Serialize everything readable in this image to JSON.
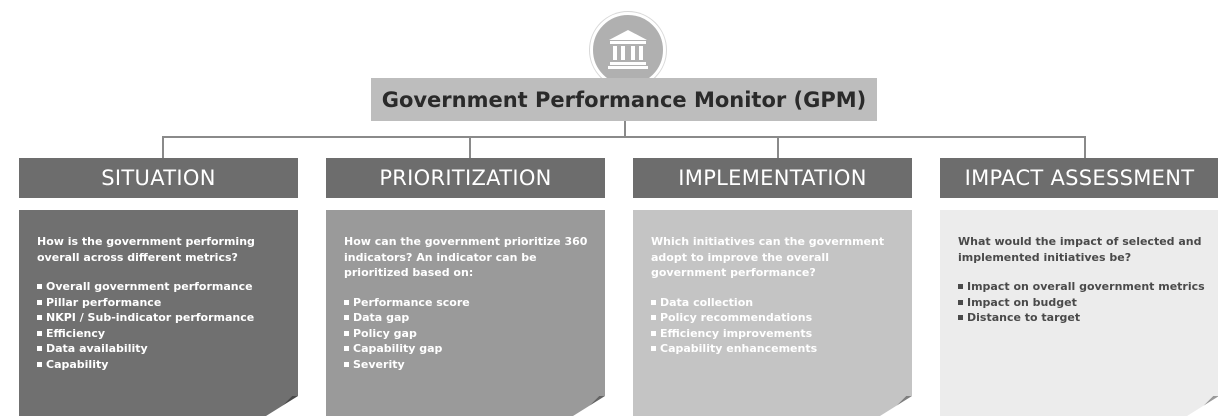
{
  "title": "Government Performance Monitor (GPM)",
  "icon": "government-building-icon",
  "columns": [
    {
      "header": "SITUATION",
      "question": "How is the government performing overall across different metrics?",
      "items": [
        "Overall government performance",
        "Pillar performance",
        "NKPI / Sub-indicator performance",
        "Efficiency",
        "Data availability",
        "Capability"
      ],
      "header_color": "#6d6d6d",
      "card_color": "#707070",
      "text_color": "#ffffff"
    },
    {
      "header": "PRIORITIZATION",
      "question": "How can the government prioritize 360 indicators? An indicator can be prioritized based on:",
      "items": [
        "Performance score",
        "Data gap",
        "Policy gap",
        "Capability gap",
        "Severity"
      ],
      "header_color": "#6d6d6d",
      "card_color": "#9a9a9a",
      "text_color": "#ffffff"
    },
    {
      "header": "IMPLEMENTATION",
      "question": "Which initiatives can the government adopt to improve the overall government performance?",
      "items": [
        "Data collection",
        "Policy recommendations",
        "Efficiency improvements",
        "Capability enhancements"
      ],
      "header_color": "#6d6d6d",
      "card_color": "#c4c4c4",
      "text_color": "#ffffff"
    },
    {
      "header": "IMPACT ASSESSMENT",
      "question": "What would the impact of selected and implemented initiatives be?",
      "items": [
        "Impact on overall government metrics",
        "Impact on budget",
        "Distance to target"
      ],
      "header_color": "#6d6d6d",
      "card_color": "#ececec",
      "text_color": "#4a4a4a"
    }
  ]
}
